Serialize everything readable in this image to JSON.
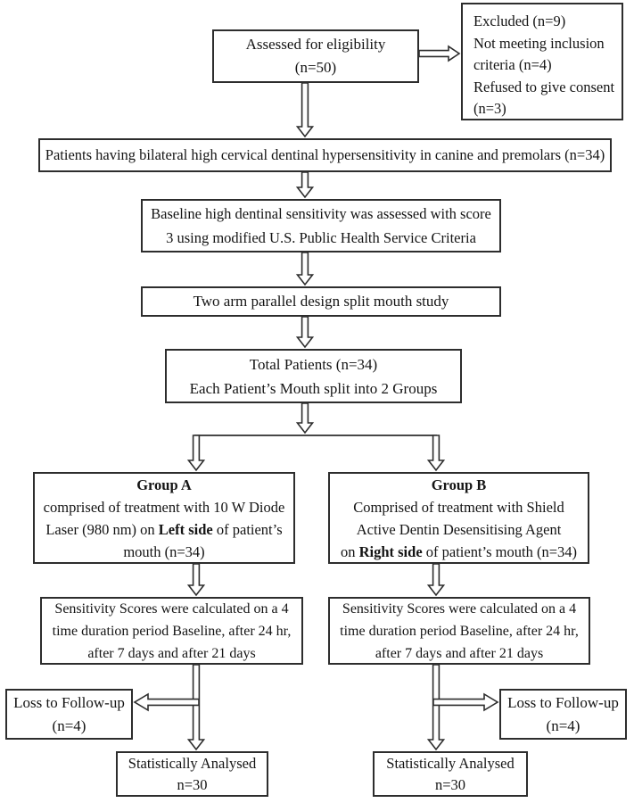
{
  "palette": {
    "background": "#ffffff",
    "line": "#2d2d2d",
    "text": "#141414"
  },
  "flowchart": {
    "assessed": {
      "text": "Assessed for eligibility\n(n=50)"
    },
    "excluded": {
      "text": "Excluded (n=9)\nNot meeting inclusion\ncriteria (n=4)\nRefused to give consent\n(n=3)"
    },
    "eligible_patients": {
      "text": "Patients having bilateral high cervical dentinal hypersensitivity in canine and premolars (n=34)"
    },
    "baseline_assessment": {
      "text": "Baseline high dentinal sensitivity was assessed with score\n3 using modified U.S. Public Health Service Criteria"
    },
    "study_design": {
      "text": "Two arm parallel design split mouth study"
    },
    "total_patients": {
      "text": "Total Patients (n=34)\nEach Patient’s Mouth split into 2 Groups"
    },
    "group_a": {
      "title": "Group A",
      "pre_bold": "\ncomprised of treatment with 10 W Diode\nLaser (980 nm) on ",
      "bold": "Left side",
      "post_bold": " of patient’s\nmouth (n=34)"
    },
    "group_b": {
      "title": "Group B",
      "pre_bold": "\nComprised of treatment with Shield\nActive Dentin Desensitising Agent\non ",
      "bold": "Right side",
      "post_bold": " of patient’s mouth (n=34)"
    },
    "scores_a": {
      "text": "Sensitivity Scores were calculated on a 4\ntime duration period Baseline, after 24 hr,\nafter 7 days and after 21 days"
    },
    "scores_b": {
      "text": "Sensitivity Scores were calculated on a 4\ntime duration period Baseline, after 24 hr,\nafter 7 days and after 21 days"
    },
    "loss_a": {
      "text": "Loss to Follow-up\n(n=4)"
    },
    "loss_b": {
      "text": "Loss to Follow-up\n(n=4)"
    },
    "analysed_a": {
      "text": "Statistically Analysed\nn=30"
    },
    "analysed_b": {
      "text": "Statistically Analysed\nn=30"
    }
  }
}
